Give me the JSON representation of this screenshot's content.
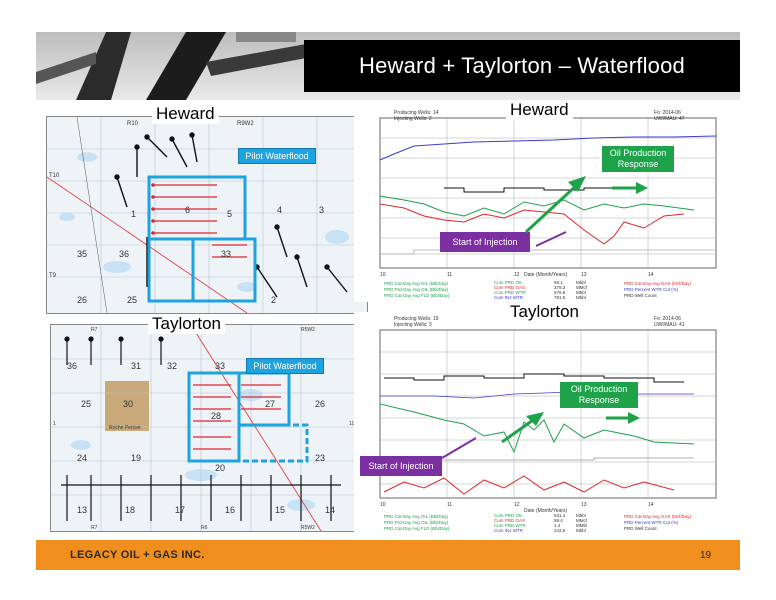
{
  "slide": {
    "title": "Heward + Taylorton – Waterflood",
    "page_number": "19",
    "company": "LEGACY OIL + GAS INC."
  },
  "heward_map": {
    "label": "Heward",
    "callout": "Pilot Waterflood",
    "ranges": [
      "R10",
      "R9W2"
    ],
    "townships": [
      "T10",
      "T9"
    ],
    "sections": [
      "6",
      "5",
      "4",
      "3",
      "1",
      "35",
      "36",
      "33",
      "26",
      "25",
      "2"
    ]
  },
  "taylorton_map": {
    "label": "Taylorton",
    "callout": "Pilot Waterflood",
    "ranges": [
      "R7",
      "R6",
      "R5W2",
      "R7",
      "R6",
      "R5W2"
    ],
    "townships": [
      "1",
      "11"
    ],
    "sections": [
      "36",
      "31",
      "32",
      "33",
      "30",
      "25",
      "28",
      "27",
      "26",
      "24",
      "19",
      "20",
      "23",
      "13",
      "18",
      "17",
      "16",
      "15",
      "14"
    ],
    "town": "Roche Percee"
  },
  "heward_chart": {
    "label": "Heward",
    "top_left_text": [
      "Producing Wells: 14",
      "Injecting Wells: 2"
    ],
    "top_right_text": [
      "Fo: 2014-06",
      "UWI/MAU: 47"
    ],
    "callout_response": "Oil Production Response",
    "callout_injection": "Start of Injection",
    "xlabel": "Date (Month/Years)",
    "x_ticks": [
      "10",
      "11",
      "12",
      "13",
      "14"
    ],
    "legend_left": [
      "PRD Cal-Day Avg OIL (Bbl/Day)",
      "PRD Prd-Day Avg OIL (Bbl/Day)",
      "PRD Cal-Day Avg FLD (Bbl/Day)"
    ],
    "legend_mid": [
      "Cum PRD OIL",
      "Cum PRD GAS",
      "Cum PRD WTR",
      "Cum INJ WTR"
    ],
    "legend_vals": [
      "59.1",
      "379.2",
      "576.8",
      "781.5"
    ],
    "legend_units": [
      "Mbbl",
      "MMcf",
      "Mbbl",
      "Mbbl"
    ],
    "legend_right": [
      "PRD Cal-Day Avg GAS (Mcf/Day)",
      "PRD Percent WTR Cut (%)",
      "PRD Well Count"
    ]
  },
  "taylorton_chart": {
    "label": "Taylorton",
    "top_left_text": [
      "Producing Wells: 19",
      "Injecting Wells: 3"
    ],
    "top_right_text": [
      "Fo: 2014-06",
      "UWI/MAU: 41"
    ],
    "callout_response": "Oil Production Response",
    "callout_injection": "Start of Injection",
    "xlabel": "Date (Month/Years)",
    "x_ticks": [
      "10",
      "11",
      "12",
      "13",
      "14"
    ],
    "legend_left": [
      "PRD Cal-Day Avg OIL (Bbl/Day)",
      "PRD Prd-Day Avg OIL (Bbl/Day)",
      "PRD Cal-Day Avg FLD (Bbl/Day)"
    ],
    "legend_mid": [
      "Cum PRD OIL",
      "Cum PRD GAS",
      "Cum PRD WTR",
      "Cum INJ WTR"
    ],
    "legend_vals": [
      "531.4",
      "59.4",
      "1.4",
      "243.5"
    ],
    "legend_units": [
      "Mbbl",
      "MMcf",
      "MMbl",
      "Mbbl"
    ],
    "legend_right": [
      "PRD Cal-Day Avg GAS (Mcf/Day)",
      "PRD Percent WTR Cut (%)",
      "PRD Well Count"
    ]
  },
  "colors": {
    "footer": "#f08f1e",
    "flood_outline": "#1fa3e0",
    "response": "#1ea24a",
    "injection": "#7b2fa0",
    "title_box": "#000000"
  }
}
